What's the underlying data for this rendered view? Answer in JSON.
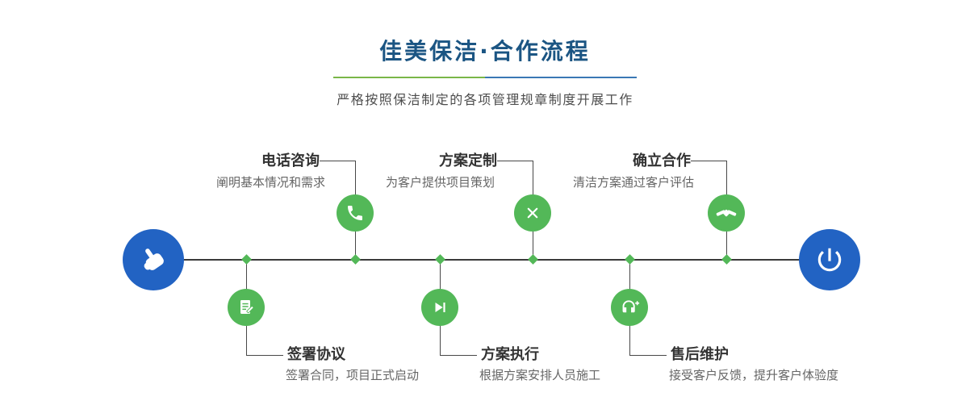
{
  "header": {
    "title": "佳美保洁·合作流程",
    "subtitle": "严格按照保洁制定的各项管理规章制度开展工作"
  },
  "steps": [
    {
      "title": "电话咨询",
      "desc": "阐明基本情况和需求",
      "icon": "phone-icon"
    },
    {
      "title": "方案定制",
      "desc": "为客户提供项目策划",
      "icon": "pen-tools-icon"
    },
    {
      "title": "确立合作",
      "desc": "清洁方案通过客户评估",
      "icon": "handshake-icon"
    },
    {
      "title": "签署协议",
      "desc": "签署合同，项目正式启动",
      "icon": "contract-icon"
    },
    {
      "title": "方案执行",
      "desc": "根据方案安排人员施工",
      "icon": "play-icon"
    },
    {
      "title": "售后维护",
      "desc": "接受客户反馈，提升客户体验度",
      "icon": "headset-icon"
    }
  ],
  "nodes": {
    "start_icon": "hand-pointer-icon",
    "end_icon": "power-icon"
  },
  "colors": {
    "accent_green": "#53b858",
    "accent_blue": "#2263c3",
    "title_blue": "#1b5583",
    "divider_green": "#7ab648",
    "divider_blue": "#3a78b5",
    "timeline_line": "#3a3a3a"
  }
}
